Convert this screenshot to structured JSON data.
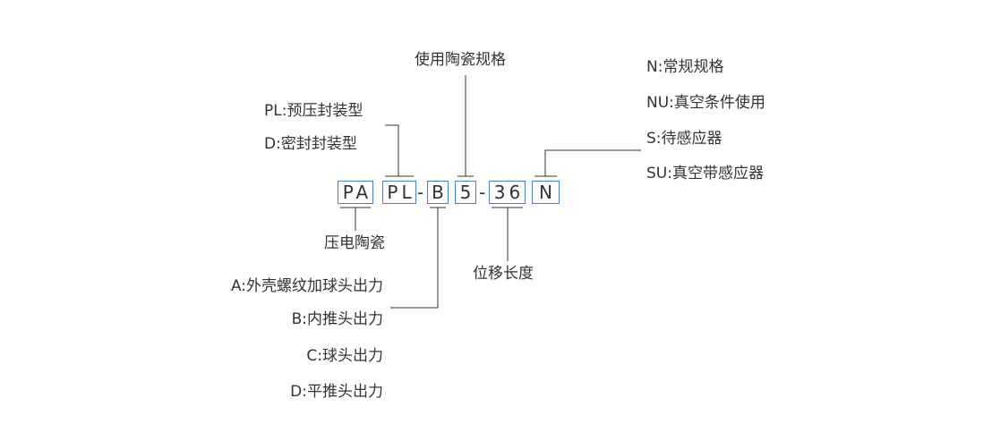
{
  "code": {
    "seg_pa": "PA",
    "seg_pl": "PL",
    "sep1": "-",
    "seg_b": "B",
    "seg_5": "5",
    "sep2": "-",
    "seg_36": "36",
    "seg_n": "N"
  },
  "labels": {
    "piezo_ceramic": "压电陶瓷",
    "ceramic_spec": "使用陶瓷规格",
    "displacement": "位移长度",
    "package_options": [
      "PL:预压封装型",
      "D:密封封装型"
    ],
    "output_options": [
      "A:外壳螺纹加球头出力",
      "B:内推头出力",
      "C:球头出力",
      "D:平推头出力"
    ],
    "type_options": [
      "N:常规规格",
      "NU:真空条件使用",
      "S:待感应器",
      "SU:真空带感应器"
    ]
  }
}
